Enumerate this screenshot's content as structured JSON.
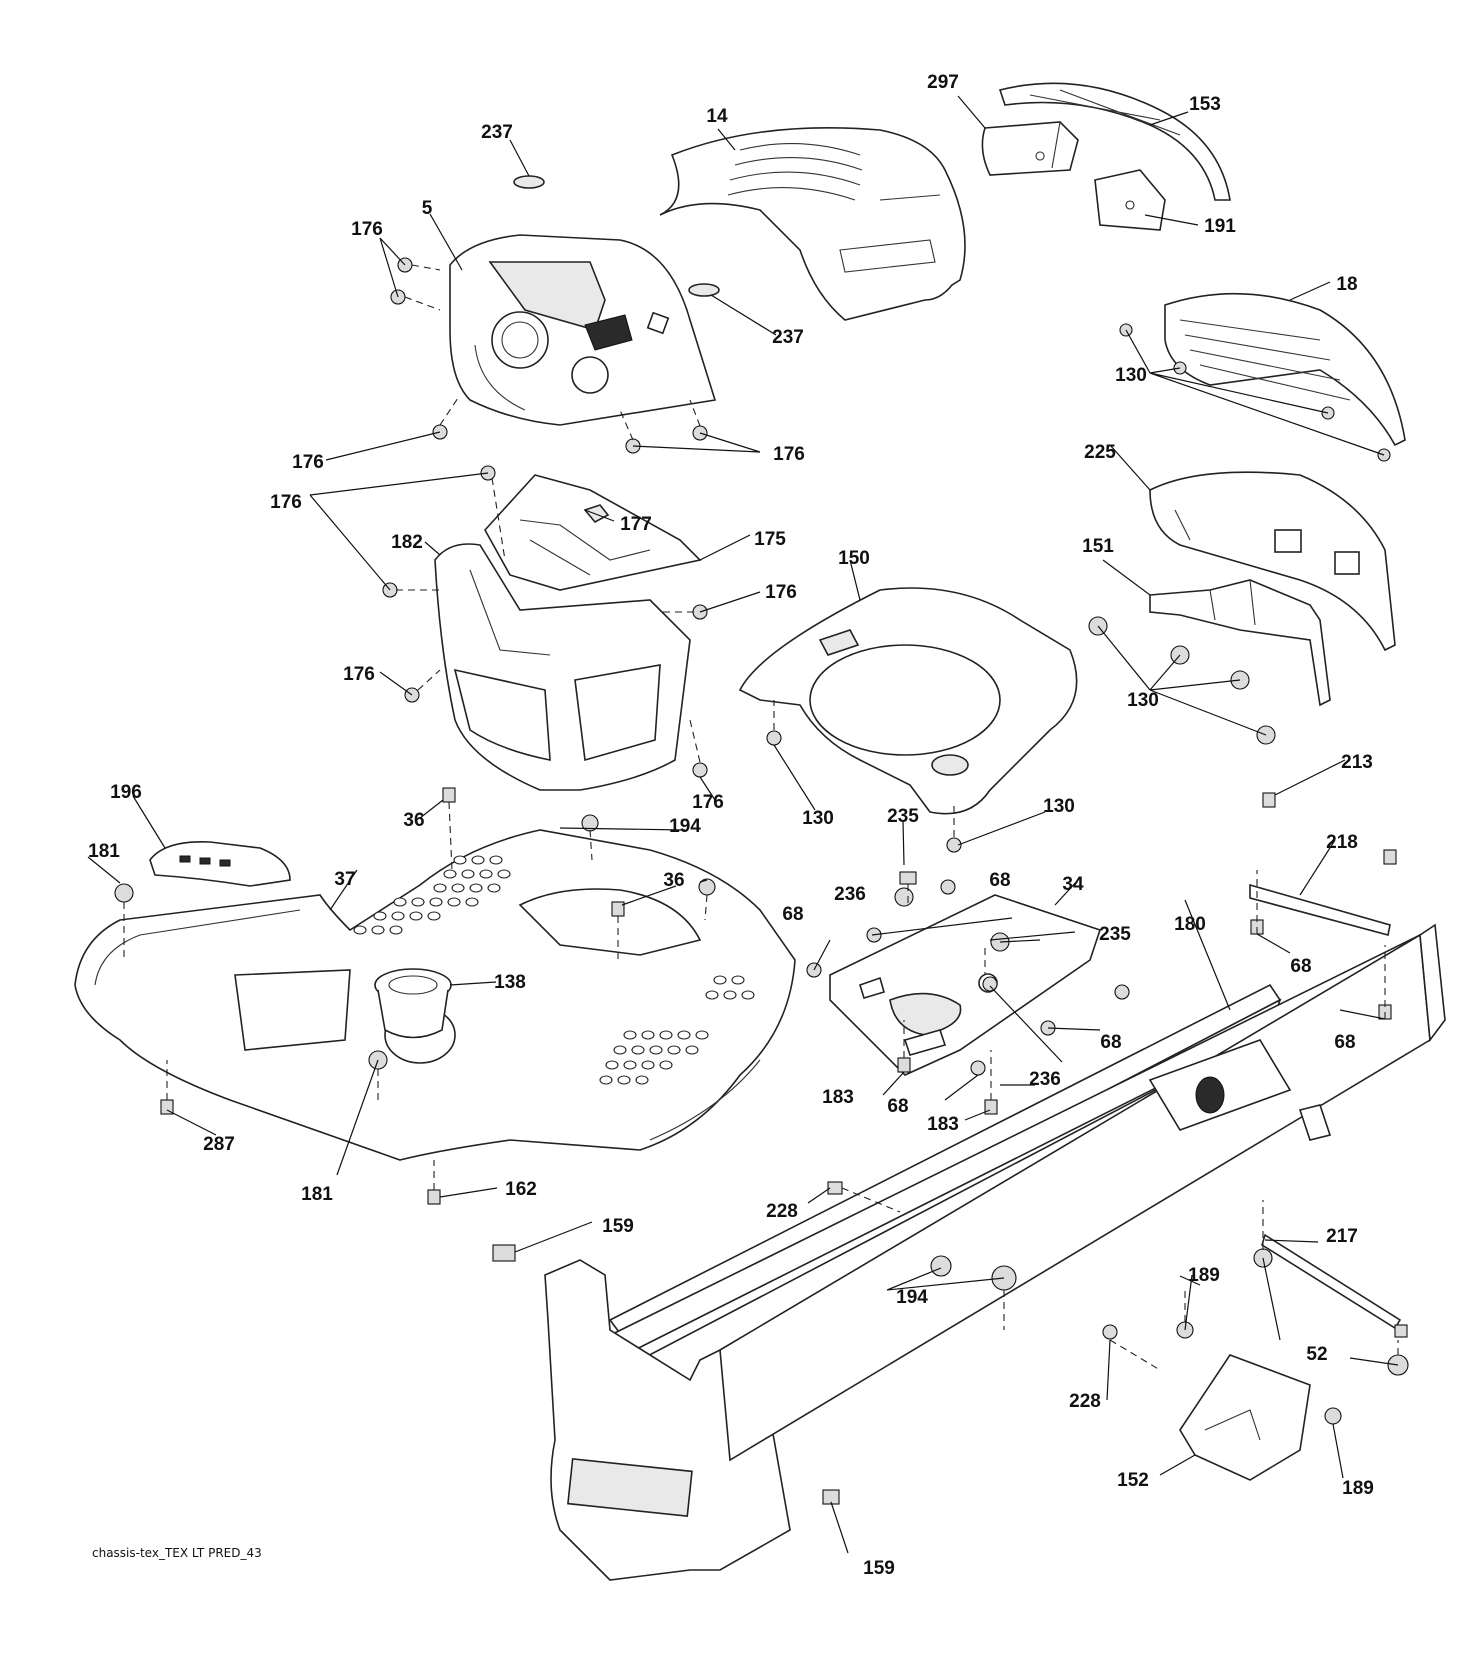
{
  "diagram": {
    "caption": "chassis-tex_TEX LT PRED_43",
    "labels": [
      "297",
      "153",
      "14",
      "237",
      "191",
      "176",
      "5",
      "237",
      "18",
      "130",
      "176",
      "176",
      "225",
      "176",
      "177",
      "175",
      "182",
      "151",
      "150",
      "176",
      "176",
      "130",
      "130",
      "176",
      "196",
      "36",
      "194",
      "130",
      "213",
      "235",
      "181",
      "37",
      "36",
      "68",
      "34",
      "218",
      "236",
      "68",
      "235",
      "138",
      "68",
      "180",
      "68",
      "68",
      "236",
      "183",
      "68",
      "287",
      "183",
      "162",
      "181",
      "228",
      "159",
      "217",
      "194",
      "189",
      "52",
      "228",
      "152",
      "189",
      "159"
    ]
  }
}
